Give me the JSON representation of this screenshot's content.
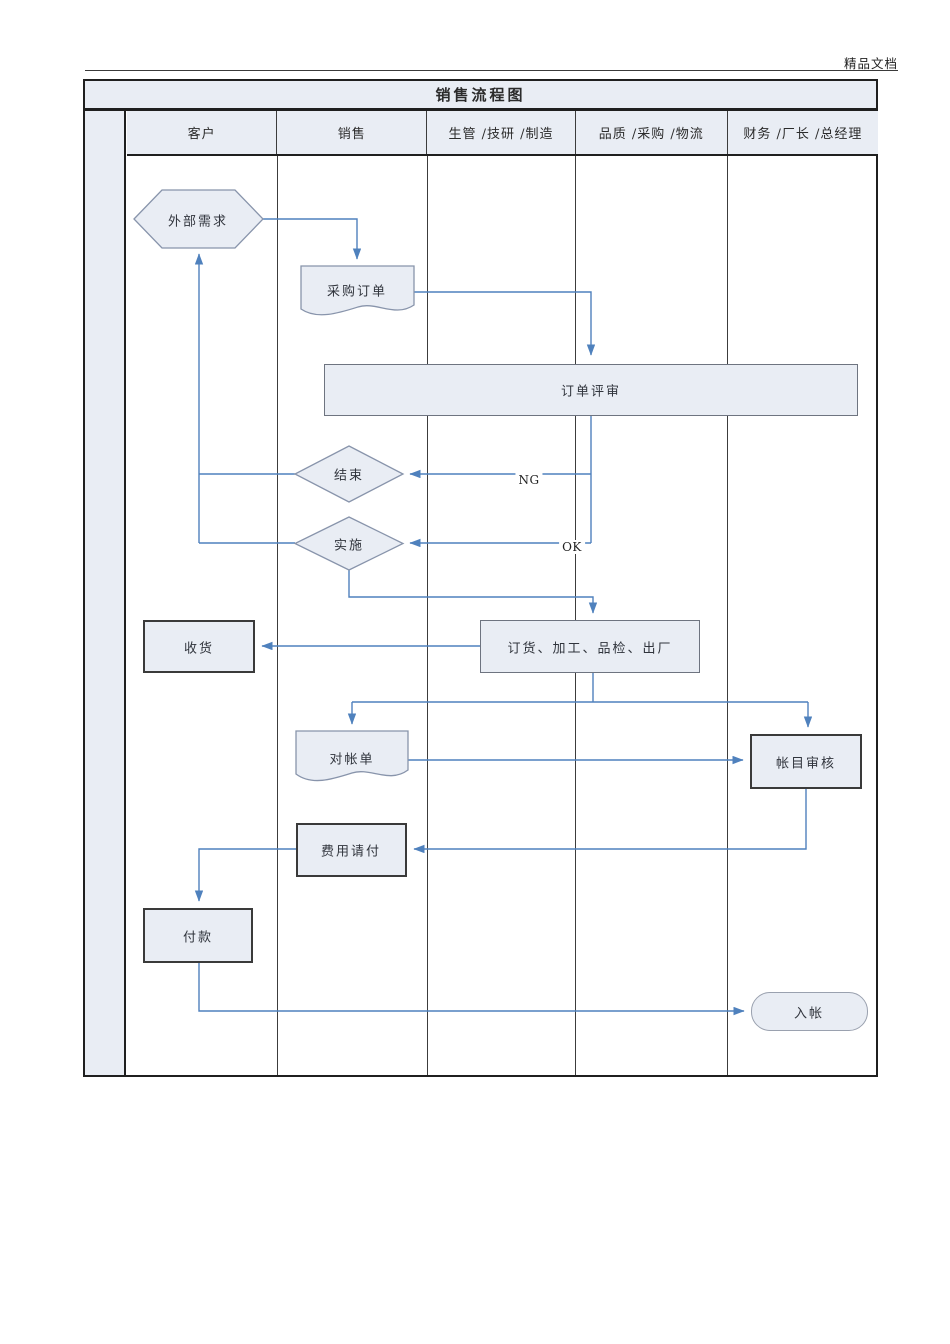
{
  "page": {
    "watermark": "精品文档"
  },
  "diagram": {
    "title": "销售流程图",
    "lanes": [
      "客户",
      "销售",
      "生管 /技研 /制造",
      "品质 /采购 /物流",
      "财务 /厂长 /总经理"
    ],
    "nodes": [
      {
        "id": "external-demand",
        "type": "hexagon",
        "lane": "客户",
        "label": "外部需求"
      },
      {
        "id": "purchase-order",
        "type": "document",
        "lane": "销售",
        "label": "采购订单"
      },
      {
        "id": "order-review",
        "type": "process",
        "lane": "销售/生管/品质/财务",
        "label": "订单评审"
      },
      {
        "id": "end",
        "type": "decision",
        "lane": "销售",
        "label": "结束"
      },
      {
        "id": "implement",
        "type": "decision",
        "lane": "销售",
        "label": "实施"
      },
      {
        "id": "produce-ship",
        "type": "process",
        "lane": "品质 /采购 /物流",
        "label": "订货、加工、品检、出厂"
      },
      {
        "id": "receive-goods",
        "type": "process",
        "lane": "客户",
        "label": "收货"
      },
      {
        "id": "statement",
        "type": "document",
        "lane": "销售",
        "label": "对帐单"
      },
      {
        "id": "account-audit",
        "type": "process",
        "lane": "财务 /厂长 /总经理",
        "label": "帐目审核"
      },
      {
        "id": "expense-request",
        "type": "process",
        "lane": "销售",
        "label": "费用请付"
      },
      {
        "id": "payment",
        "type": "process",
        "lane": "客户",
        "label": "付款"
      },
      {
        "id": "book-entry",
        "type": "terminator",
        "lane": "财务 /厂长 /总经理",
        "label": "入帐"
      }
    ],
    "edge_labels": {
      "ng": "NG",
      "ok": "OK"
    },
    "colors": {
      "connector": "#4f81bd",
      "shape_fill": "#e9edf4",
      "shape_stroke_light": "#8894ab",
      "shape_stroke_dark": "#3a3a3a",
      "table_border": "#1f1f1f",
      "header_fill": "#e9edf4"
    }
  }
}
